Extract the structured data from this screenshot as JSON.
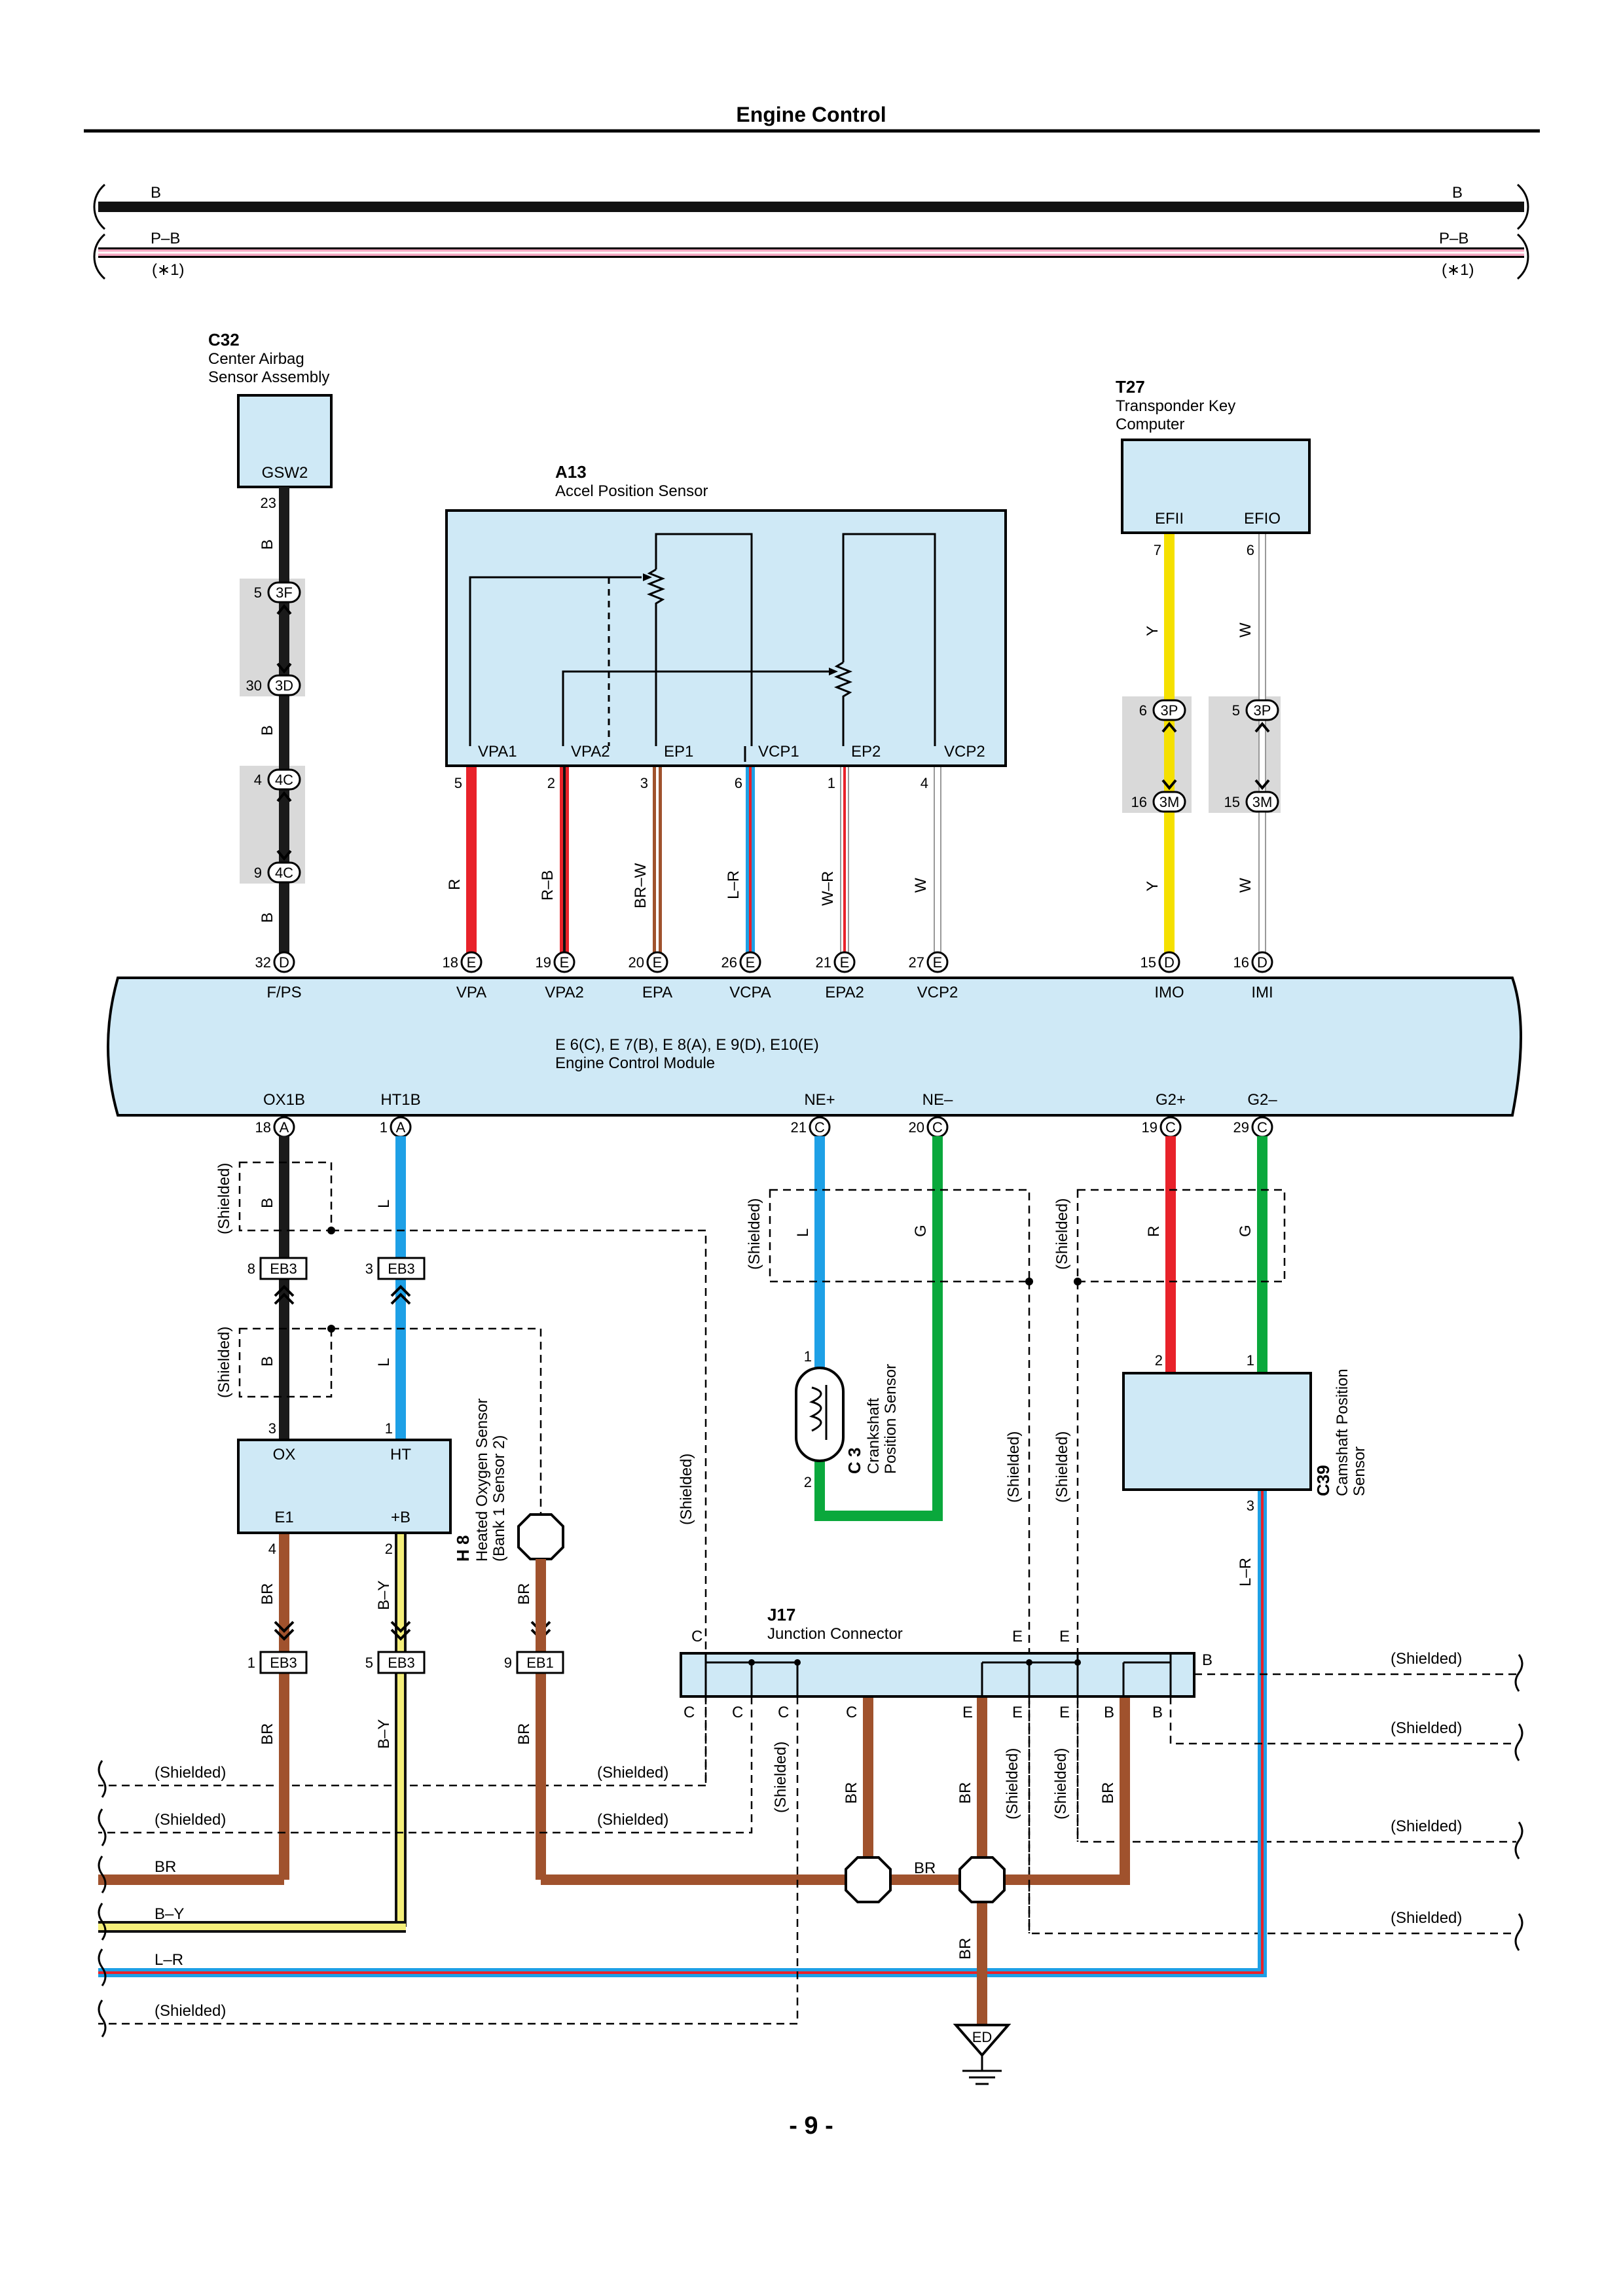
{
  "page": {
    "title": "Engine Control",
    "page_number": "- 9 -"
  },
  "power_bus": {
    "wire1": "B",
    "wire2": "P–B",
    "note": "(∗1)"
  },
  "components": {
    "c32": {
      "id": "C32",
      "name1": "Center Airbag",
      "name2": "Sensor Assembly",
      "pin_label": "GSW2",
      "pin": "23"
    },
    "a13": {
      "id": "A13",
      "name": "Accel Position Sensor",
      "pins": [
        "VPA1",
        "VPA2",
        "EP1",
        "VCP1",
        "EP2",
        "VCP2"
      ],
      "pin_nums": [
        "5",
        "2",
        "3",
        "6",
        "1",
        "4"
      ]
    },
    "t27": {
      "id": "T27",
      "name1": "Transponder Key",
      "name2": "Computer",
      "pins": [
        "EFII",
        "EFIO"
      ],
      "pin_nums": [
        "7",
        "6"
      ]
    },
    "ecm": {
      "name1": "E 6(C), E 7(B), E 8(A), E 9(D), E10(E)",
      "name2": "Engine Control Module",
      "top_pins": [
        {
          "num": "32",
          "conn": "D",
          "label": "F/PS"
        },
        {
          "num": "18",
          "conn": "E",
          "label": "VPA"
        },
        {
          "num": "19",
          "conn": "E",
          "label": "VPA2"
        },
        {
          "num": "20",
          "conn": "E",
          "label": "EPA"
        },
        {
          "num": "26",
          "conn": "E",
          "label": "VCPA"
        },
        {
          "num": "21",
          "conn": "E",
          "label": "EPA2"
        },
        {
          "num": "27",
          "conn": "E",
          "label": "VCP2"
        },
        {
          "num": "15",
          "conn": "D",
          "label": "IMO"
        },
        {
          "num": "16",
          "conn": "D",
          "label": "IMI"
        }
      ],
      "bottom_pins": [
        {
          "num": "18",
          "conn": "A",
          "label": "OX1B"
        },
        {
          "num": "1",
          "conn": "A",
          "label": "HT1B"
        },
        {
          "num": "21",
          "conn": "C",
          "label": "NE+"
        },
        {
          "num": "20",
          "conn": "C",
          "label": "NE–"
        },
        {
          "num": "19",
          "conn": "C",
          "label": "G2+"
        },
        {
          "num": "29",
          "conn": "C",
          "label": "G2–"
        }
      ]
    },
    "h8": {
      "id": "H 8",
      "name1": "Heated Oxygen Sensor",
      "name2": "(Bank 1 Sensor 2)",
      "pins": [
        "OX",
        "HT",
        "E1",
        "+B"
      ],
      "pin_nums": [
        "3",
        "1",
        "4",
        "2"
      ]
    },
    "c3": {
      "id": "C 3",
      "name1": "Crankshaft",
      "name2": "Position Sensor",
      "pin_nums": [
        "1",
        "2"
      ]
    },
    "c39": {
      "id": "C39",
      "name1": "Camshaft Position",
      "name2": "Sensor",
      "pin_nums": [
        "2",
        "1",
        "3"
      ]
    },
    "j17": {
      "id": "J17",
      "name": "Junction Connector",
      "top_labels": [
        "C",
        "E",
        "E",
        "B"
      ],
      "bottom_labels": [
        "C",
        "C",
        "C",
        "C",
        "E",
        "E",
        "E",
        "B",
        "B"
      ]
    },
    "ground": {
      "label": "ED"
    }
  },
  "connectors": {
    "c3f": {
      "label": "3F",
      "pin": "5"
    },
    "c3d": {
      "label": "3D",
      "pin": "30"
    },
    "c4c_top": {
      "label": "4C",
      "pin": "4"
    },
    "c4c_bot": {
      "label": "4C",
      "pin": "9"
    },
    "c3p_l": {
      "label": "3P",
      "pin": "6"
    },
    "c3p_r": {
      "label": "3P",
      "pin": "5"
    },
    "c3m_l": {
      "label": "3M",
      "pin": "16"
    },
    "c3m_r": {
      "label": "3M",
      "pin": "15"
    },
    "eb3_8": {
      "label": "EB3",
      "pin": "8"
    },
    "eb3_3": {
      "label": "EB3",
      "pin": "3"
    },
    "eb3_1": {
      "label": "EB3",
      "pin": "1"
    },
    "eb3_5": {
      "label": "EB3",
      "pin": "5"
    },
    "eb1_9": {
      "label": "EB1",
      "pin": "9"
    }
  },
  "wire_colors": {
    "B": "B",
    "P_B": "P–B",
    "R": "R",
    "R_B": "R–B",
    "BR_W": "BR–W",
    "L_R": "L–R",
    "W_R": "W–R",
    "W": "W",
    "Y": "Y",
    "L": "L",
    "G": "G",
    "BR": "BR",
    "B_Y": "B–Y"
  },
  "labels": {
    "shielded": "(Shielded)"
  },
  "colors": {
    "box_fill": "#cfe9f6",
    "black": "#1a1a1a",
    "red": "#e8222a",
    "brown": "#a0522d",
    "blue": "#1ea0e6",
    "green": "#0aa83c",
    "yellow": "#f5e000",
    "pink": "#f4a6c0",
    "gray": "#d9d9d9"
  }
}
